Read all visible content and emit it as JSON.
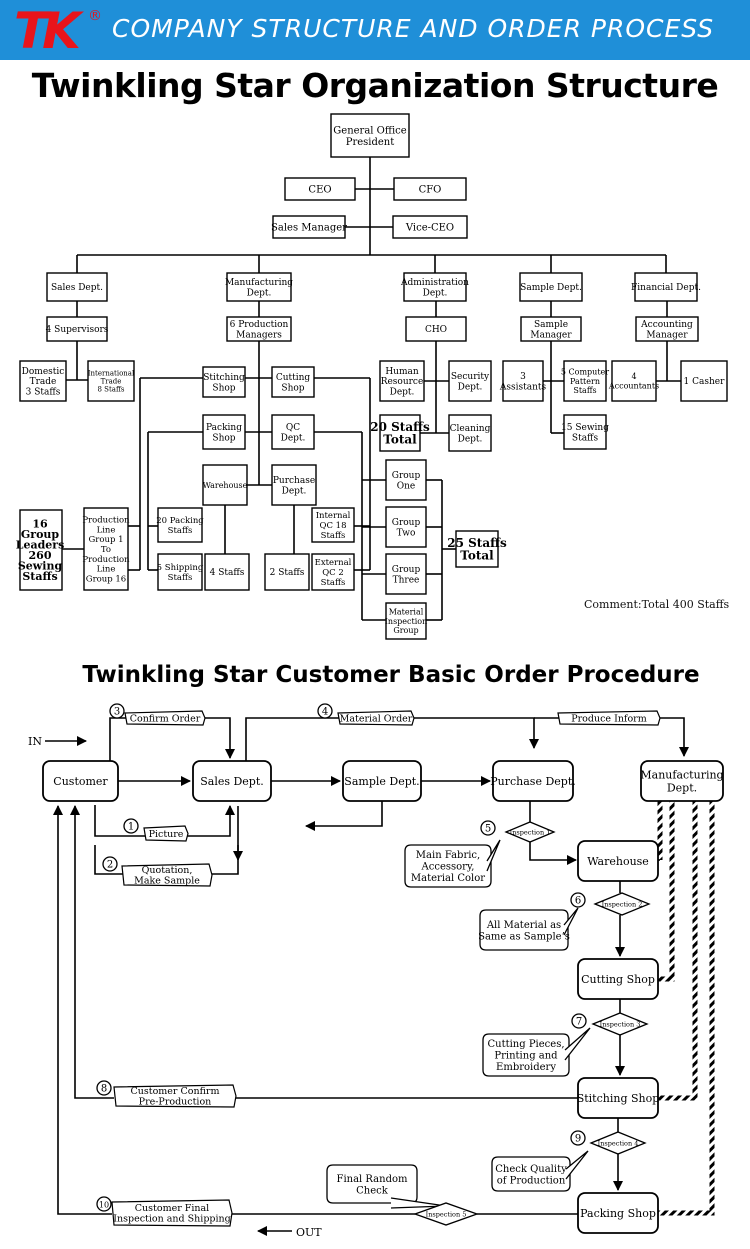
{
  "header": {
    "logo_text": "TK",
    "logo_mark": "®",
    "title": "COMPANY STRUCTURE AND ORDER PROCESS",
    "brand_color": "#1f8fd8",
    "logo_color": "#e8141b"
  },
  "org": {
    "title": "Twinkling Star Organization Structure",
    "comment": "Comment:Total 400 Staffs",
    "nodes": [
      {
        "id": "gop",
        "lines": [
          "General Office",
          "President"
        ]
      },
      {
        "id": "ceo",
        "lines": [
          "CEO"
        ]
      },
      {
        "id": "cfo",
        "lines": [
          "CFO"
        ]
      },
      {
        "id": "sm",
        "lines": [
          "Sales Manager"
        ]
      },
      {
        "id": "vceo",
        "lines": [
          "Vice-CEO"
        ]
      },
      {
        "id": "salesd",
        "lines": [
          "Sales Dept."
        ]
      },
      {
        "id": "mfgd",
        "lines": [
          "Manufacturing",
          "Dept."
        ]
      },
      {
        "id": "admd",
        "lines": [
          "Administration",
          "Dept."
        ]
      },
      {
        "id": "sampd",
        "lines": [
          "Sample Dept."
        ]
      },
      {
        "id": "find",
        "lines": [
          "Financial Dept."
        ]
      },
      {
        "id": "sup",
        "lines": [
          "4 Supervisors"
        ]
      },
      {
        "id": "prodm",
        "lines": [
          "6 Production",
          "Managers"
        ]
      },
      {
        "id": "cho",
        "lines": [
          "CHO"
        ]
      },
      {
        "id": "sampm",
        "lines": [
          "Sample",
          "Manager"
        ]
      },
      {
        "id": "accm",
        "lines": [
          "Accounting",
          "Manager"
        ]
      },
      {
        "id": "dom",
        "lines": [
          "Domestic",
          "Trade",
          "3 Staffs"
        ]
      },
      {
        "id": "intl",
        "lines": [
          "International",
          "Trade",
          "8 Staffs"
        ]
      },
      {
        "id": "stitch",
        "lines": [
          "Stitching",
          "Shop"
        ]
      },
      {
        "id": "cut",
        "lines": [
          "Cutting",
          "Shop"
        ]
      },
      {
        "id": "hr",
        "lines": [
          "Human",
          "Resource",
          "Dept."
        ]
      },
      {
        "id": "sec",
        "lines": [
          "Security",
          "Dept."
        ]
      },
      {
        "id": "asst",
        "lines": [
          "3",
          "Assistants"
        ]
      },
      {
        "id": "cps",
        "lines": [
          "5 Computer",
          "Pattern",
          "Staffs"
        ]
      },
      {
        "id": "acct",
        "lines": [
          "4",
          "Accountants"
        ]
      },
      {
        "id": "cash",
        "lines": [
          "1 Casher"
        ]
      },
      {
        "id": "pack",
        "lines": [
          "Packing",
          "Shop"
        ]
      },
      {
        "id": "qc",
        "lines": [
          "QC",
          "Dept."
        ]
      },
      {
        "id": "clean",
        "lines": [
          "Cleaning",
          "Dept."
        ]
      },
      {
        "id": "sew",
        "lines": [
          "15 Sewing",
          "Staffs"
        ]
      },
      {
        "id": "ware",
        "lines": [
          "Warehouse"
        ]
      },
      {
        "id": "purch",
        "lines": [
          "Purchase",
          "Dept."
        ]
      },
      {
        "id": "g1",
        "lines": [
          "Group",
          "One"
        ]
      },
      {
        "id": "g2",
        "lines": [
          "Group",
          "Two"
        ]
      },
      {
        "id": "g3",
        "lines": [
          "Group",
          "Three"
        ]
      },
      {
        "id": "mig",
        "lines": [
          "Material",
          "Inspection",
          "Group"
        ]
      },
      {
        "id": "pl",
        "lines": [
          "Production",
          "Line",
          "Group 1",
          "To",
          "Production",
          "Line",
          "Group 16"
        ]
      },
      {
        "id": "pk20",
        "lines": [
          "20 Packing",
          "Staffs"
        ]
      },
      {
        "id": "sh5",
        "lines": [
          "5 Shipping",
          "Staffs"
        ]
      },
      {
        "id": "w4",
        "lines": [
          "4 Staffs"
        ]
      },
      {
        "id": "p2",
        "lines": [
          "2 Staffs"
        ]
      },
      {
        "id": "iqc",
        "lines": [
          "Internal",
          "QC 18",
          "Staffs"
        ]
      },
      {
        "id": "eqc",
        "lines": [
          "External",
          "QC 2",
          "Staffs"
        ]
      }
    ],
    "labels": [
      {
        "id": "adm20",
        "lines": [
          "20 Staffs",
          "Total"
        ]
      },
      {
        "id": "qc25",
        "lines": [
          "25 Staffs",
          "Total"
        ]
      },
      {
        "id": "grp",
        "lines": [
          "16",
          "Group",
          "Leaders",
          "260",
          "Sewing",
          "Staffs"
        ]
      }
    ]
  },
  "proc": {
    "title": "Twinkling Star Customer Basic Order Procedure",
    "in_label": "IN",
    "out_label": "OUT",
    "nodes": [
      {
        "id": "cust",
        "lines": [
          "Customer"
        ]
      },
      {
        "id": "sales",
        "lines": [
          "Sales Dept."
        ]
      },
      {
        "id": "sample",
        "lines": [
          "Sample Dept."
        ]
      },
      {
        "id": "purchase",
        "lines": [
          "Purchase Dept."
        ]
      },
      {
        "id": "mfg",
        "lines": [
          "Manufacturing",
          "Dept."
        ]
      },
      {
        "id": "wh",
        "lines": [
          "Warehouse"
        ]
      },
      {
        "id": "cutting",
        "lines": [
          "Cutting Shop"
        ]
      },
      {
        "id": "stitching",
        "lines": [
          "Stitching Shop"
        ]
      },
      {
        "id": "packing",
        "lines": [
          "Packing Shop"
        ]
      }
    ],
    "steps": [
      {
        "id": "s1",
        "num": "1",
        "lines": [
          "Picture"
        ]
      },
      {
        "id": "s2",
        "num": "2",
        "lines": [
          "Quotation,",
          "Make Sample"
        ]
      },
      {
        "id": "s3",
        "num": "3",
        "lines": [
          "Confirm Order"
        ]
      },
      {
        "id": "s4",
        "num": "4",
        "lines": [
          "Material Order"
        ]
      },
      {
        "id": "s8",
        "num": "8",
        "lines": [
          "Customer Confirm",
          "Pre-Production"
        ]
      },
      {
        "id": "s10",
        "num": "10",
        "lines": [
          "Customer Final",
          "Inspection and Shipping"
        ]
      },
      {
        "id": "pi",
        "num": "",
        "lines": [
          "Produce Inform"
        ]
      }
    ],
    "inspections": [
      {
        "id": "i1",
        "num": "5",
        "label": "Inspection 1",
        "note": [
          "Main Fabric,",
          "Accessory,",
          "Material Color"
        ]
      },
      {
        "id": "i2",
        "num": "6",
        "label": "Inspection 2",
        "note": [
          "All Material as",
          "Same as Sample’s"
        ]
      },
      {
        "id": "i3",
        "num": "7",
        "label": "Inspection 3",
        "note": [
          "Cutting Pieces,",
          "Printing and",
          "Embroidery"
        ]
      },
      {
        "id": "i4",
        "num": "9",
        "label": "Inspection 4",
        "note": [
          "Check Quality",
          "of Production"
        ]
      },
      {
        "id": "i5",
        "num": "",
        "label": "Inspection 5",
        "note": [
          "Final Random",
          "Check"
        ]
      }
    ]
  }
}
